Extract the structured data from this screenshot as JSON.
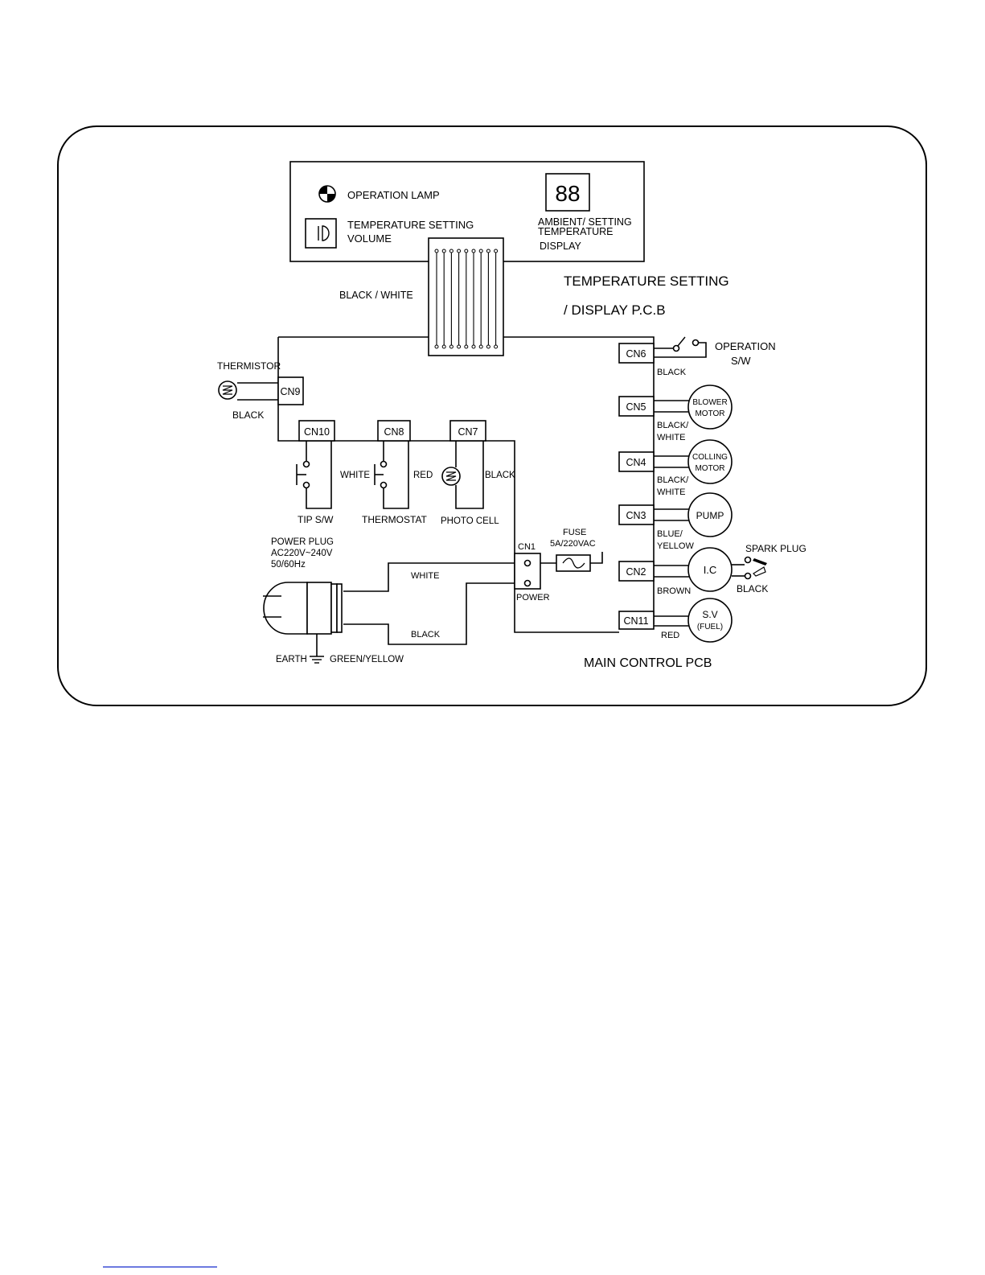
{
  "display_pcb": {
    "operation_lamp": "OPERATION LAMP",
    "temp_setting_line1": "TEMPERATURE SETTING",
    "temp_setting_line2": "VOLUME",
    "digits": "88",
    "ambient_line1": "AMBIENT/ SETTING",
    "ambient_line2": "TEMPERATURE",
    "ambient_line3": "DISPLAY",
    "title_line1": "TEMPERATURE SETTING",
    "title_line2": "/ DISPLAY  P.C.B",
    "harness_label": "BLACK / WHITE"
  },
  "main_pcb": {
    "title": "MAIN CONTROL PCB",
    "connectors": [
      "CN9",
      "CN10",
      "CN8",
      "CN7",
      "CN6",
      "CN5",
      "CN4",
      "CN3",
      "CN2",
      "CN11",
      "CN1"
    ]
  },
  "components": {
    "thermistor": "THERMISTOR",
    "thermistor_wire": "BLACK",
    "tip_sw": "TIP S/W",
    "tip_wire": "WHITE",
    "thermostat": "THERMOSTAT",
    "thermostat_wire": "RED",
    "photo_cell": "PHOTO CELL",
    "photo_wire": "BLACK",
    "operation_sw_line1": "OPERATION",
    "operation_sw_line2": "S/W",
    "cn6_wire": "BLACK",
    "blower_line1": "BLOWER",
    "blower_line2": "MOTOR",
    "cn5_wire_line1": "BLACK/",
    "cn5_wire_line2": "WHITE",
    "cooling_line1": "COLLING",
    "cooling_line2": "MOTOR",
    "cn4_wire_line1": "BLACK/",
    "cn4_wire_line2": "WHITE",
    "pump": "PUMP",
    "cn3_wire_line1": "BLUE/",
    "cn3_wire_line2": "YELLOW",
    "ic": "I.C",
    "cn2_wire": "BROWN",
    "spark_plug": "SPARK PLUG",
    "spark_wire": "BLACK",
    "sv_line1": "S.V",
    "sv_line2": "(FUEL)",
    "cn11_wire": "RED",
    "fuse_line1": "FUSE",
    "fuse_line2": "5A/220VAC",
    "power": "POWER",
    "power_plug_line1": "POWER PLUG",
    "power_plug_line2": "AC220V~240V",
    "power_plug_line3": "50/60Hz",
    "plug_wire_white": "WHITE",
    "plug_wire_black": "BLACK",
    "earth": "EARTH",
    "earth_wire": "GREEN/YELLOW"
  }
}
